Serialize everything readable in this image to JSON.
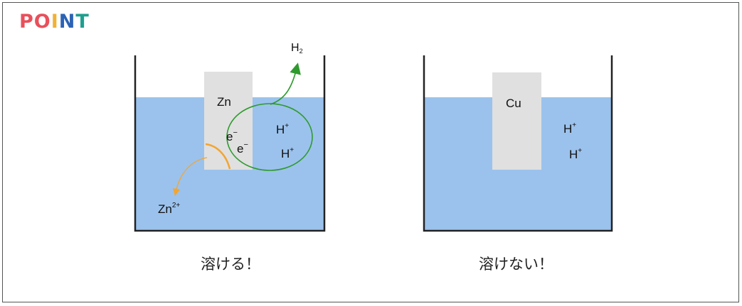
{
  "logo": {
    "letters": [
      "P",
      "O",
      "I",
      "N",
      "T"
    ],
    "colors": [
      "#e8505b",
      "#e8505b",
      "#f2b134",
      "#2b63b5",
      "#1f9e8e"
    ]
  },
  "left_beaker": {
    "electrode": "Zn",
    "electron_1": "e",
    "electron_2": "e",
    "electron_charge": "−",
    "ion_1": "H",
    "ion_2": "H",
    "ion_charge": "+",
    "gas": "H",
    "gas_sub": "2",
    "product": "Zn",
    "product_charge": "2+",
    "caption": "溶ける！"
  },
  "right_beaker": {
    "electrode": "Cu",
    "ion_1": "H",
    "ion_2": "H",
    "ion_charge": "+",
    "caption": "溶けない！"
  },
  "colors": {
    "water": "#9bc2ec",
    "electrode": "#e0e0e0",
    "electron_path": "#2e9a2e",
    "dissolve": "#f2a531"
  }
}
